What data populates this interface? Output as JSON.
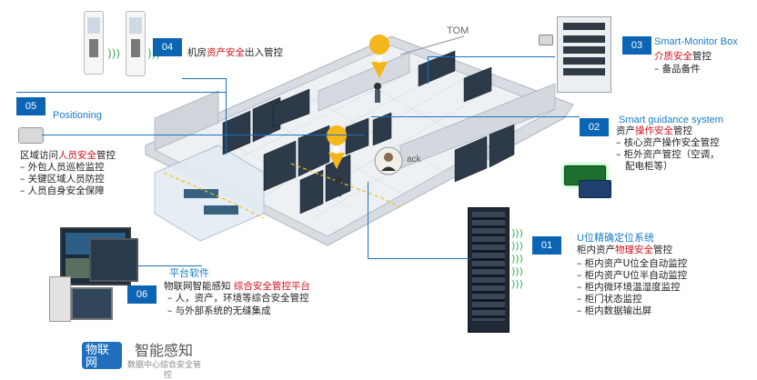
{
  "colors": {
    "accent_blue": "#0b64b4",
    "label_blue": "#1a7cc7",
    "alert_red": "#d0121b",
    "line_blue": "#1b73c0",
    "pin_yellow": "#f3b71c"
  },
  "scene": {
    "tom_label": "TOM",
    "face_label": "ack"
  },
  "modules": [
    {
      "num": "04",
      "title_prefix": "机房",
      "title_red": "资产安全",
      "title_suffix": "出入管控",
      "icon": "kiosk-icon"
    },
    {
      "num": "03",
      "tag": "Smart-Monitor Box",
      "line1_red": "介质安全",
      "line1_suffix": "管控",
      "line2": "– 备品备件",
      "icon": "cabinet-icon"
    },
    {
      "num": "05",
      "tag": "Positioning",
      "line1_prefix": "区域访问",
      "line1_red": "人员安全",
      "line1_suffix": "管控",
      "items": [
        "– 外包人员巡检监控",
        "– 关键区域人员防控",
        "– 人员自身安全保障"
      ],
      "icon": "badge-icon"
    },
    {
      "num": "02",
      "tag": "Smart guidance system",
      "line1_prefix": "资产",
      "line1_red": "操作安全",
      "line1_suffix": "管控",
      "items": [
        "– 核心资产操作安全管控",
        "– 柜外资产管控（空调，",
        "   配电柜等）"
      ],
      "icon": "device-icon"
    },
    {
      "num": "01",
      "tag": "U位精确定位系统",
      "line1_prefix": "柜内资产",
      "line1_red": "物理安全",
      "line1_suffix": "管控",
      "items": [
        "– 柜内资产U位全自动监控",
        "– 柜内资产U位半自动监控",
        "– 柜内微环境温湿度监控",
        "– 柜门状态监控",
        "– 柜内数据输出屏"
      ],
      "icon": "rack-icon"
    },
    {
      "num": "06",
      "tag": "平台软件",
      "line1_prefix": "物联网智能感知 ",
      "line1_red": "综合安全管控平台",
      "items": [
        "– 人，资产，环境等综合安全管控",
        "– 与外部系统的无缝集成"
      ],
      "icon": "monitor-icon"
    }
  ],
  "footer": {
    "logo_text": "物联\n网",
    "title": "智能感知",
    "subtitle_line1": "数据中心综合安全管",
    "subtitle_line2": "控"
  }
}
